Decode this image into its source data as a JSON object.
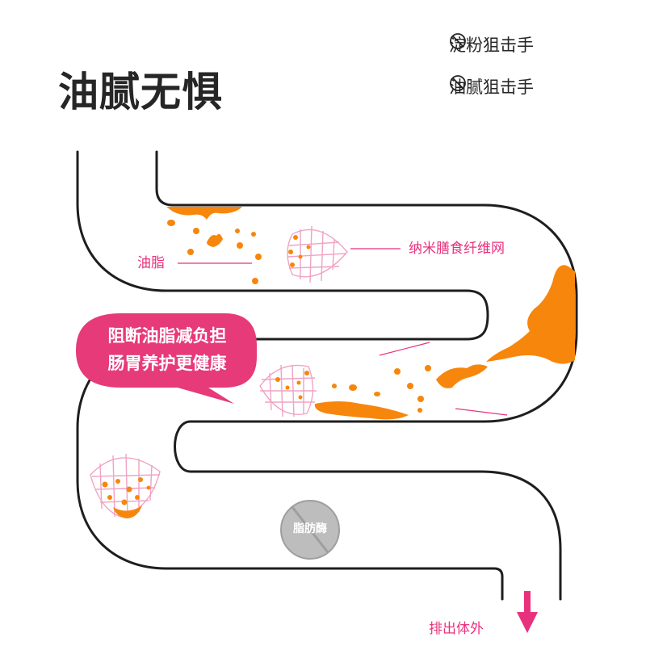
{
  "title": "油腻无惧",
  "legend": [
    {
      "label": "淀粉狙击手",
      "icon": "ban-icon"
    },
    {
      "label": "油腻狙击手",
      "icon": "ban-icon"
    }
  ],
  "labels": {
    "fat": "油脂",
    "net": "纳米膳食纤维网",
    "enzyme": "脂肪酶",
    "exit": "排出体外"
  },
  "bubble": {
    "line1": "阻断油脂减负担",
    "line2": "肠胃养护更健康"
  },
  "colors": {
    "outline": "#1e1e1e",
    "accent_pink": "#e8317c",
    "oil_orange": "#f7860c",
    "bubble_fill": "#e63a79",
    "net_pink": "#f0a3c4",
    "enzyme_gray": "#bdbdbd"
  }
}
